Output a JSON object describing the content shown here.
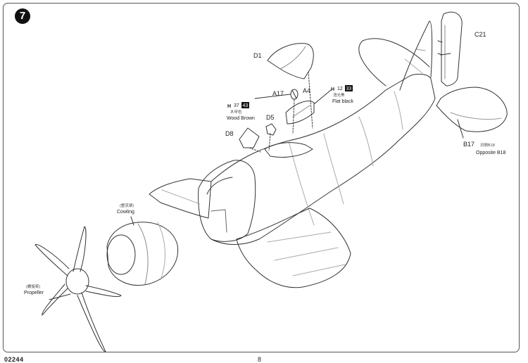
{
  "step": {
    "number": "7"
  },
  "parts": {
    "d1": "D1",
    "a17": "A17",
    "a4": "A4",
    "d5": "D5",
    "d8": "D8",
    "c21": "C21",
    "b17": "B17"
  },
  "paints": {
    "wood_brown": {
      "letter": "H",
      "code": "37",
      "badge": "43",
      "cn": "木甲色",
      "en": "Wood Brown"
    },
    "flat_black": {
      "letter": "H",
      "code": "12",
      "badge": "33",
      "cn": "消光黑",
      "en": "Flat black"
    }
  },
  "callouts": {
    "opposite_cn": "对侧B18",
    "opposite_en": "Opposite B18",
    "cowling_cn": "(整流罩)",
    "cowling_en": "Cowling",
    "propeller_cn": "(螺旋桨)",
    "propeller_en": "Propeller"
  },
  "footer": {
    "code": "02244",
    "page": "8"
  }
}
